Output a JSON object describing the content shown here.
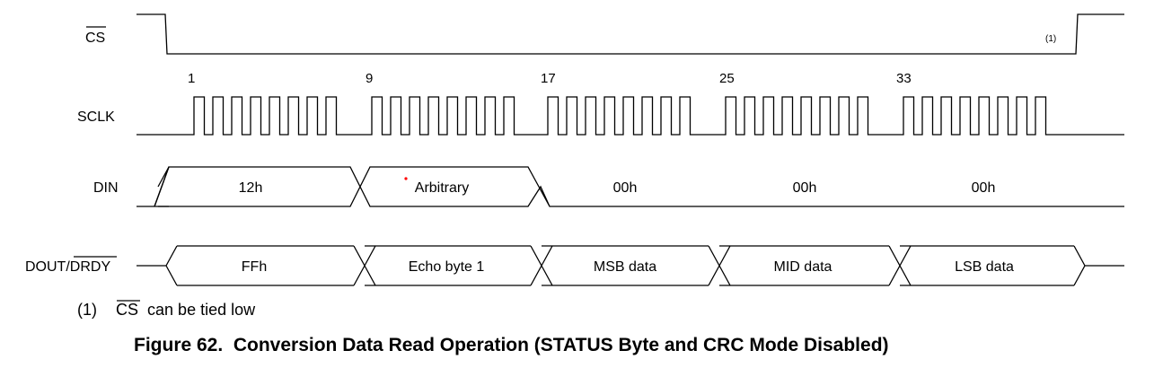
{
  "signals": {
    "cs": "CS",
    "sclk": "SCLK",
    "din": "DIN",
    "dout_a": "DOUT/",
    "dout_b": "DRDY"
  },
  "clock_numbers": [
    "1",
    "9",
    "17",
    "25",
    "33"
  ],
  "din_bytes": [
    "12h",
    "Arbitrary",
    "00h",
    "00h",
    "00h"
  ],
  "dout_bytes": [
    "FFh",
    "Echo byte 1",
    "MSB data",
    "MID data",
    "LSB data"
  ],
  "cs_note_marker": "(1)",
  "note": {
    "marker": "(1)",
    "signal": "CS",
    "text": "can be tied low"
  },
  "caption": "Figure 62.  Conversion Data Read Operation (STATUS Byte and CRC Mode Disabled)",
  "colors": {
    "line": "#000000",
    "marker_dot": "#ff0000"
  }
}
